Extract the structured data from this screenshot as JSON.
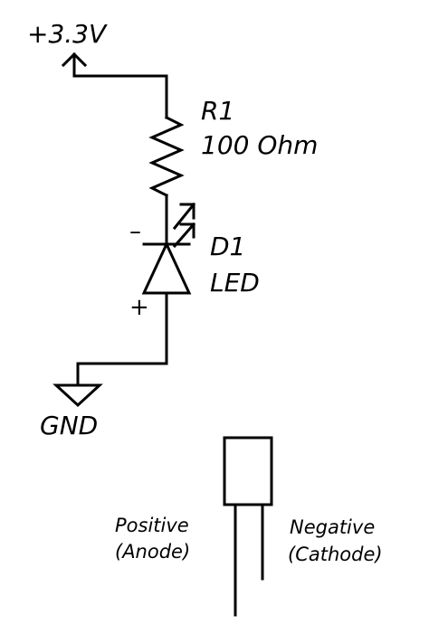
{
  "schematic": {
    "supply_label": "+3.3V",
    "resistor": {
      "designator": "R1",
      "value": "100 Ohm"
    },
    "led": {
      "designator": "D1",
      "type": "LED",
      "minus_sign": "–",
      "plus_sign": "+"
    },
    "ground_label": "GND"
  },
  "led_illustration": {
    "positive_label": "Positive",
    "positive_sub": "(Anode)",
    "negative_label": "Negative",
    "negative_sub": "(Cathode)"
  }
}
